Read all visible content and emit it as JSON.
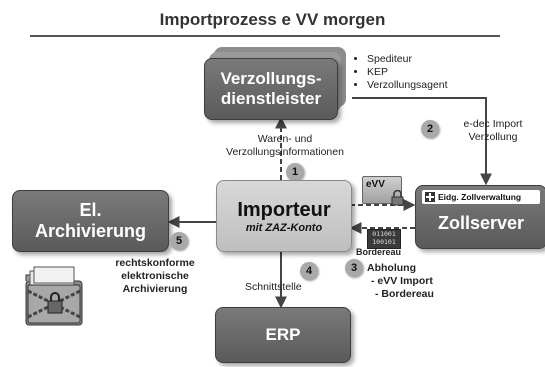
{
  "title": "Importprozess e VV morgen",
  "nodes": {
    "verzollung": {
      "line1": "Verzollungs-",
      "line2": "dienstleister"
    },
    "importeur": {
      "title": "Importeur",
      "subtitle": "mit ZAZ-Konto"
    },
    "zollserver": {
      "header": "Eidg. Zollverwaltung",
      "title": "Zollserver"
    },
    "archiv": {
      "line1": "El.",
      "line2": "Archivierung"
    },
    "erp": {
      "title": "ERP"
    }
  },
  "service_list": [
    "Spediteur",
    "KEP",
    "Verzollungsagent"
  ],
  "labels": {
    "waren_line1": "Waren- und",
    "waren_line2": "Verzollungsinformationen",
    "edec_line1": "e-dec Import",
    "edec_line2": "Verzollung",
    "evv_tag": "eVV",
    "bordereau": "Bordereau",
    "binary1": "011001",
    "binary2": "100101",
    "abholung_title": "Abholung",
    "abholung_item1": "- eVV Import",
    "abholung_item2": "- Bordereau",
    "schnittstelle": "Schnittstelle",
    "archiv_line1": "rechtskonforme",
    "archiv_line2": "elektronische",
    "archiv_line3": "Archivierung"
  },
  "steps": [
    "1",
    "2",
    "3",
    "4",
    "5"
  ],
  "colors": {
    "box_dark": "#6a6a6a",
    "box_light": "#cfcfcf",
    "badge": "#a9a9a9",
    "arrow": "#444444"
  }
}
